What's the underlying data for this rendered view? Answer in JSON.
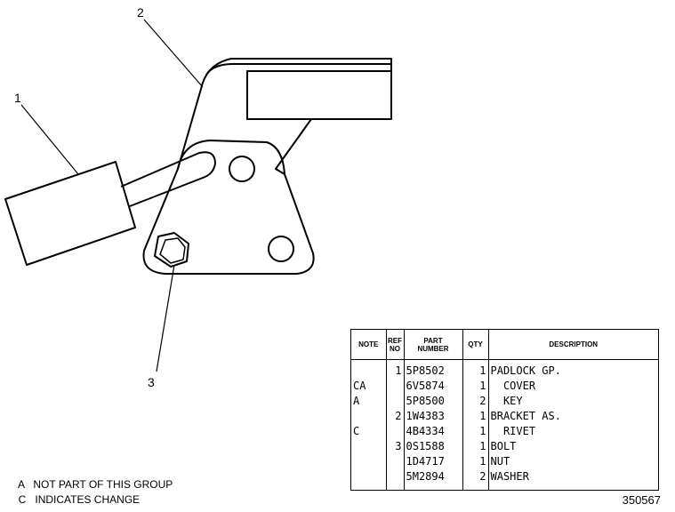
{
  "callouts": [
    "1",
    "2",
    "3"
  ],
  "table": {
    "headers": {
      "note": "NOTE",
      "ref": "REF\nNO",
      "part": "PART\nNUMBER",
      "qty": "QTY",
      "desc": "DESCRIPTION"
    },
    "rows": [
      {
        "note": "",
        "ref": "1",
        "part": "5P8502",
        "qty": "1",
        "desc": "PADLOCK GP."
      },
      {
        "note": "CA",
        "ref": "",
        "part": "6V5874",
        "qty": "1",
        "desc": "  COVER"
      },
      {
        "note": "A",
        "ref": "",
        "part": "5P8500",
        "qty": "2",
        "desc": "  KEY"
      },
      {
        "note": "",
        "ref": "2",
        "part": "1W4383",
        "qty": "1",
        "desc": "BRACKET AS."
      },
      {
        "note": "C",
        "ref": "",
        "part": "4B4334",
        "qty": "1",
        "desc": "  RIVET"
      },
      {
        "note": "",
        "ref": "3",
        "part": "0S1588",
        "qty": "1",
        "desc": "BOLT"
      },
      {
        "note": "",
        "ref": "",
        "part": "1D4717",
        "qty": "1",
        "desc": "NUT"
      },
      {
        "note": "",
        "ref": "",
        "part": "5M2894",
        "qty": "2",
        "desc": "WASHER"
      }
    ]
  },
  "legend": [
    {
      "code": "A",
      "text": "NOT PART OF THIS GROUP"
    },
    {
      "code": "C",
      "text": "INDICATES CHANGE"
    }
  ],
  "drawing_number": "350567"
}
